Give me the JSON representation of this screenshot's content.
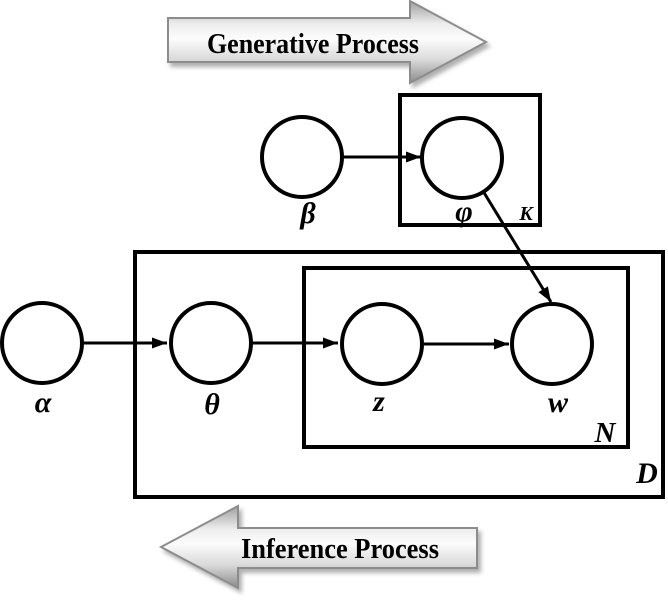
{
  "figure": {
    "type": "plate-notation-diagram",
    "generative_arrow": {
      "label": "Generative Process",
      "direction": "right"
    },
    "inference_arrow": {
      "label": "Inference Process",
      "direction": "left"
    },
    "nodes": {
      "beta": {
        "symbol": "β"
      },
      "phi": {
        "symbol": "φ"
      },
      "alpha": {
        "symbol": "α"
      },
      "theta": {
        "symbol": "θ"
      },
      "z": {
        "symbol": "z"
      },
      "w": {
        "symbol": "w"
      }
    },
    "plates": {
      "K": {
        "label": "K"
      },
      "N": {
        "label": "N"
      },
      "D": {
        "label": "D"
      }
    },
    "edges": [
      {
        "from": "beta",
        "to": "phi"
      },
      {
        "from": "phi",
        "to": "w"
      },
      {
        "from": "alpha",
        "to": "theta"
      },
      {
        "from": "theta",
        "to": "z"
      },
      {
        "from": "z",
        "to": "w"
      }
    ],
    "colors": {
      "line": "#000000",
      "text": "#000000",
      "background": "#ffffff",
      "arrow_outline": "#8c8c8c",
      "arrow_gradient": [
        "#9e9e9e",
        "#ededed",
        "#fcfcfc",
        "#d9d9d9",
        "#8b8b8b"
      ]
    }
  }
}
